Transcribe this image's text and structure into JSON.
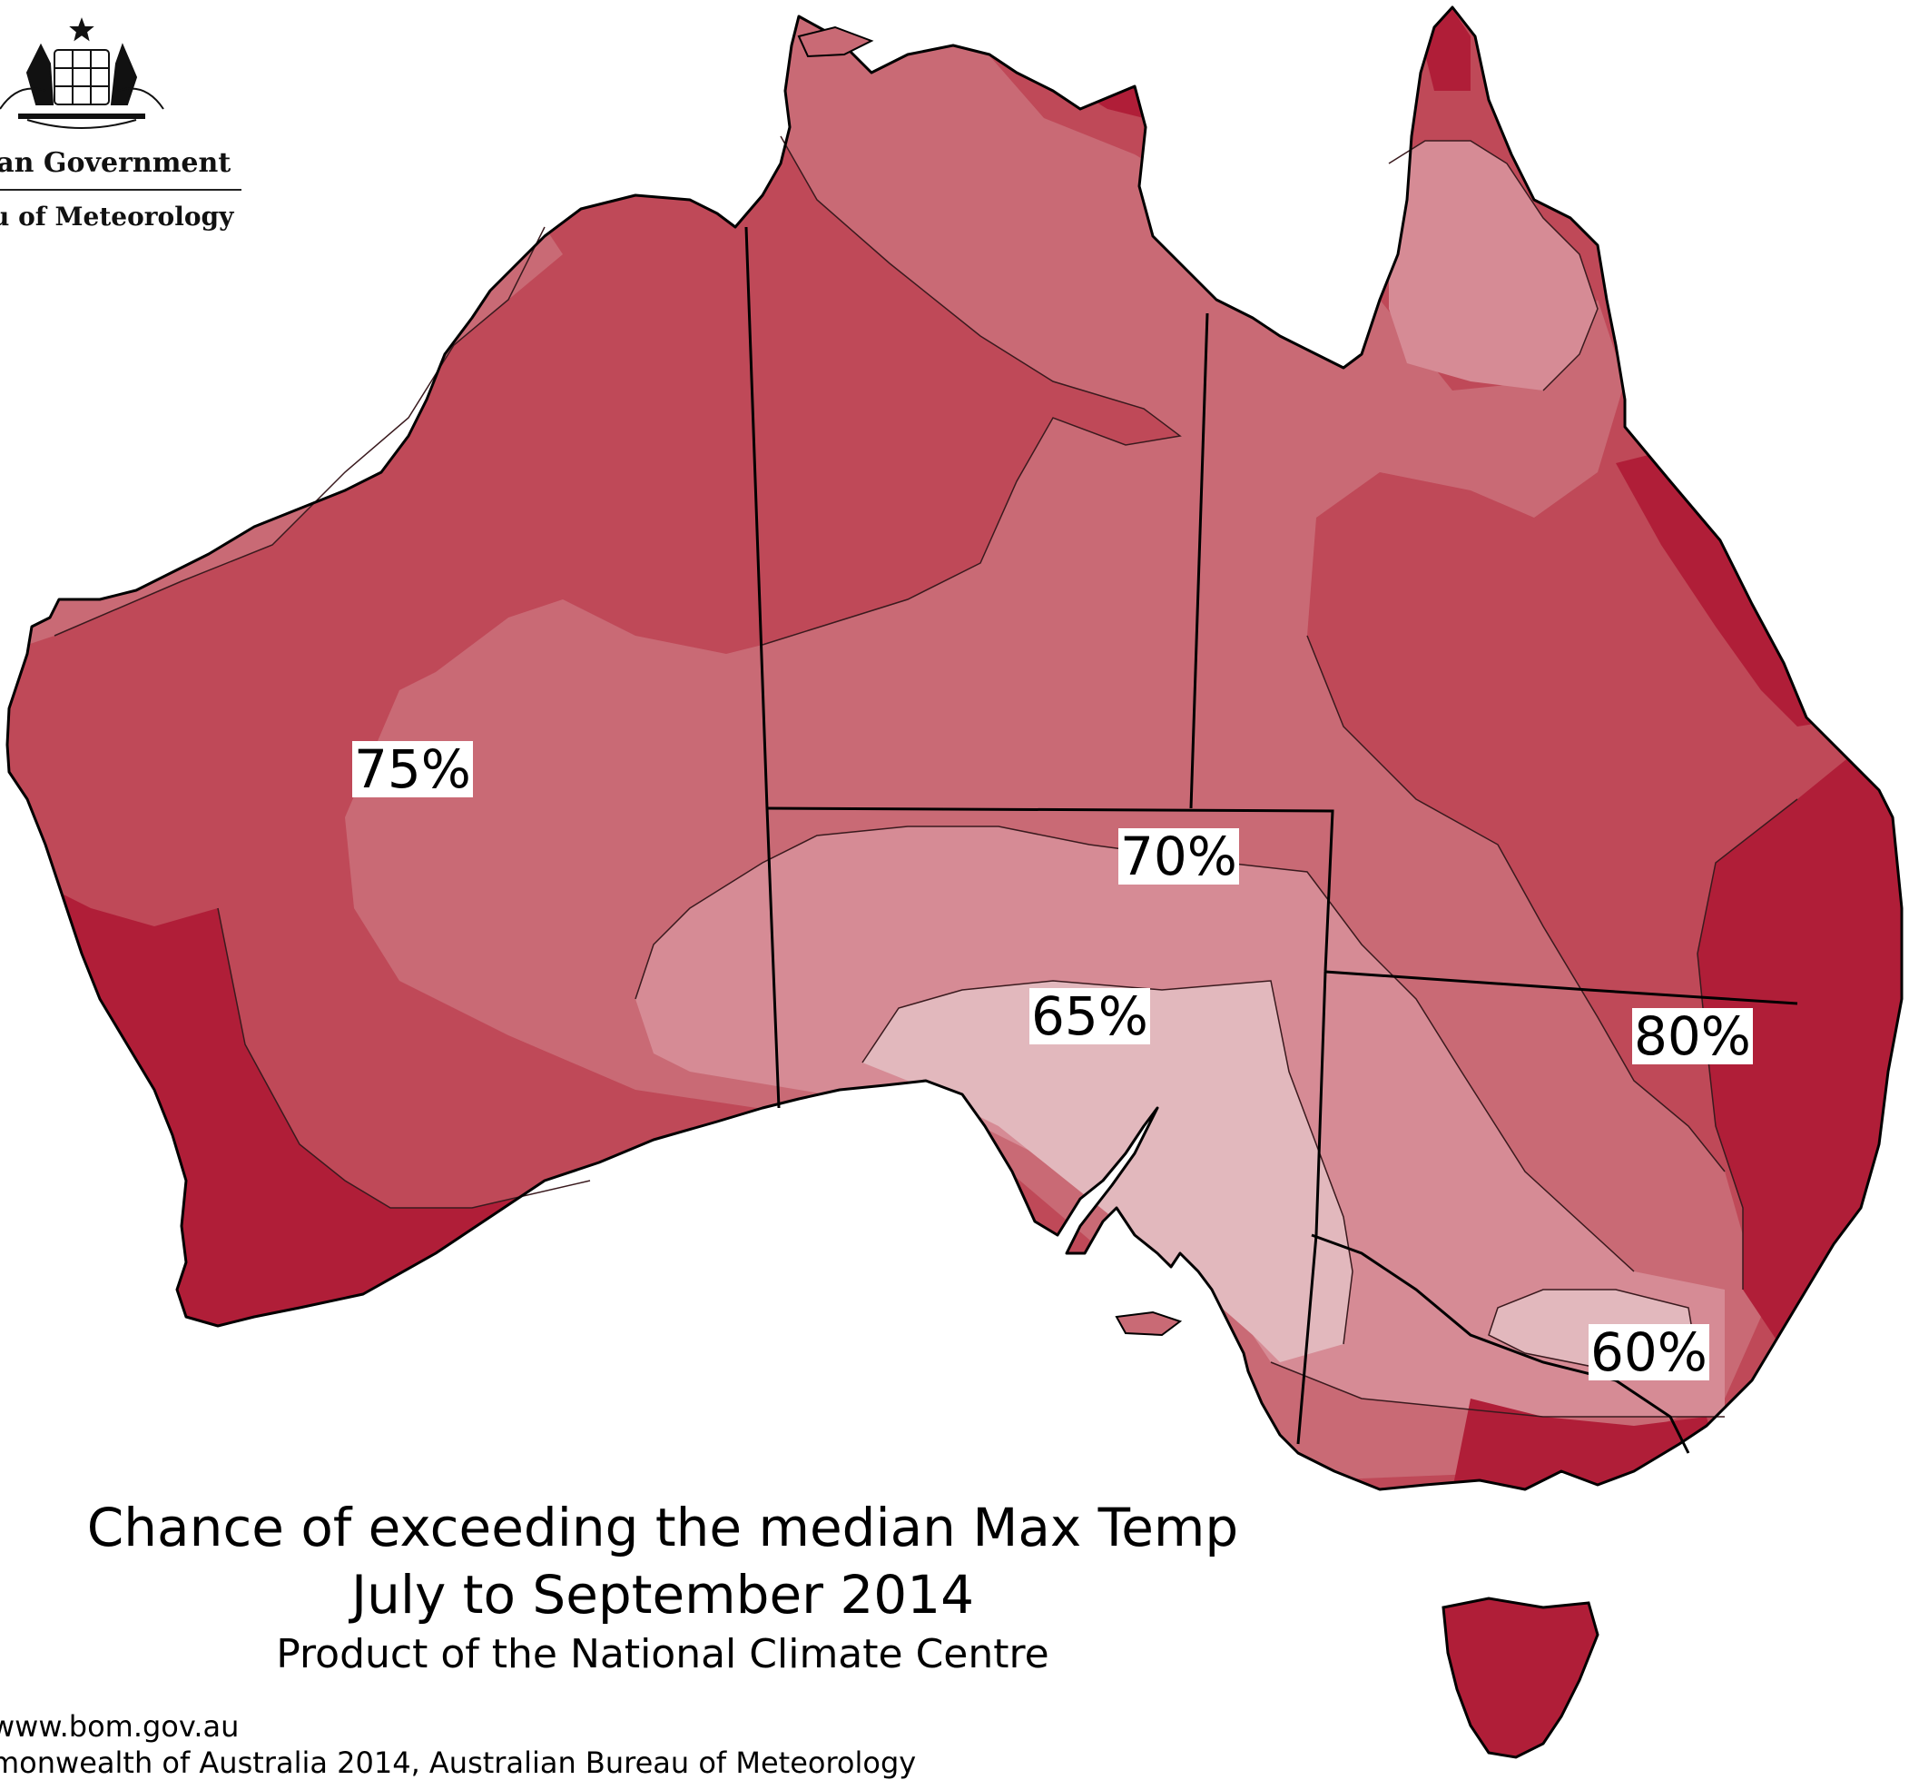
{
  "header": {
    "logo_line1": "alian Government",
    "logo_line2": "eau of Meteorology",
    "logo_icon": "coat-of-arms-icon"
  },
  "map": {
    "title": "Chance of exceeding the median Max Temp",
    "period": "July to September 2014",
    "product": "Product of the National Climate Centre",
    "contour_labels": [
      "75%",
      "70%",
      "65%",
      "80%",
      "60%"
    ],
    "colors": {
      "p60": "#e2b8bd",
      "p65": "#d68b95",
      "p70": "#c96a75",
      "p75": "#bf4958",
      "p80": "#b01e38"
    }
  },
  "footer": {
    "url": "www.bom.gov.au",
    "copyright": "monwealth of Australia 2014, Australian Bureau of Meteorology"
  }
}
